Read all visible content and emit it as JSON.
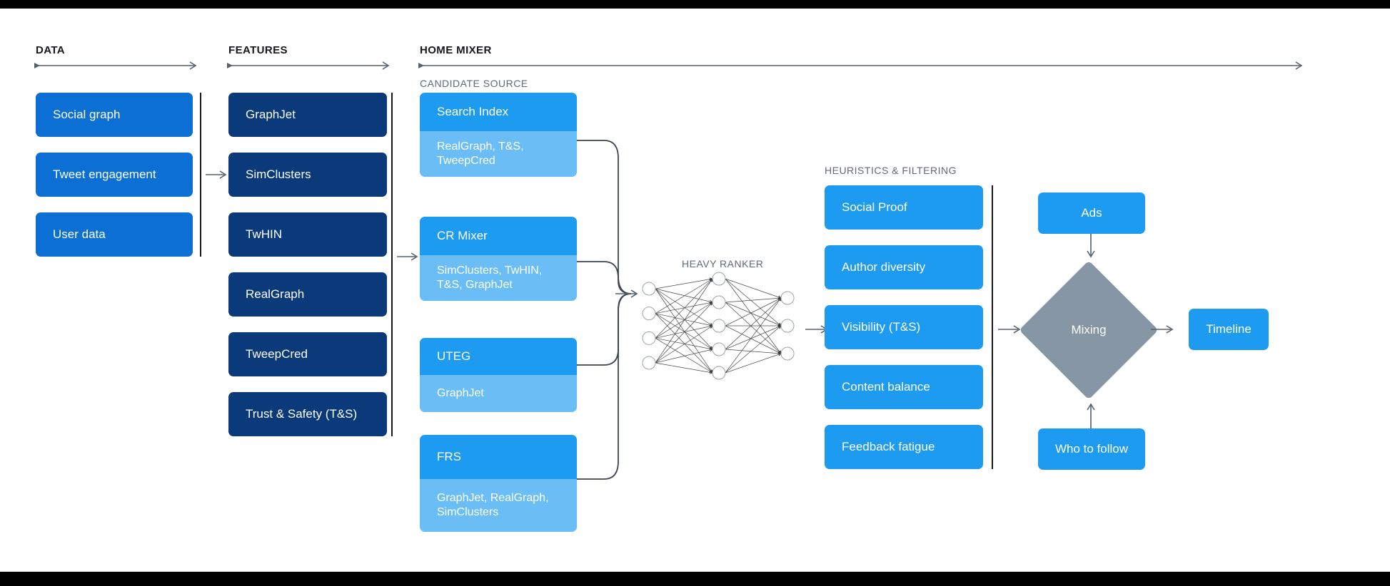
{
  "sections": [
    {
      "id": "data",
      "label": "DATA"
    },
    {
      "id": "features",
      "label": "FEATURES"
    },
    {
      "id": "home",
      "label": "HOME MIXER"
    }
  ],
  "subheaders": {
    "candidate_source": "CANDIDATE SOURCE",
    "heuristics": "HEURISTICS & FILTERING",
    "heavy_ranker": "HEAVY RANKER"
  },
  "data_boxes": [
    {
      "label": "Social graph"
    },
    {
      "label": "Tweet engagement"
    },
    {
      "label": "User data"
    }
  ],
  "feature_boxes": [
    {
      "label": "GraphJet"
    },
    {
      "label": "SimClusters"
    },
    {
      "label": "TwHIN"
    },
    {
      "label": "RealGraph"
    },
    {
      "label": "TweepCred"
    },
    {
      "label": "Trust & Safety (T&S)"
    }
  ],
  "candidate_sources": [
    {
      "title": "Search Index",
      "features": "RealGraph, T&S, TweepCred"
    },
    {
      "title": "CR Mixer",
      "features": "SimClusters, TwHIN, T&S, GraphJet"
    },
    {
      "title": "UTEG",
      "features": "GraphJet"
    },
    {
      "title": "FRS",
      "features": "GraphJet, RealGraph, SimClusters"
    }
  ],
  "heuristics_boxes": [
    {
      "label": "Social Proof"
    },
    {
      "label": "Author diversity"
    },
    {
      "label": "Visibility (T&S)"
    },
    {
      "label": "Content balance"
    },
    {
      "label": "Feedback fatigue"
    }
  ],
  "mixing": {
    "ads_label": "Ads",
    "diamond_label": "Mixing",
    "who_to_follow_label": "Who to follow",
    "timeline_label": "Timeline"
  },
  "neural_net": {
    "input_nodes": 4,
    "hidden_nodes": 5,
    "output_nodes": 3
  },
  "colors": {
    "data_blue": "#0b6fd4",
    "feature_navy": "#0a3a7a",
    "accent_blue": "#1d9bf0",
    "light_blue": "#6bbef5",
    "diamond_gray": "#8796a5",
    "rule_gray": "#55606b",
    "text_dark": "#16181c",
    "text_muted": "#5b6b7c",
    "background": "#ffffff",
    "letterbox": "#000000"
  }
}
